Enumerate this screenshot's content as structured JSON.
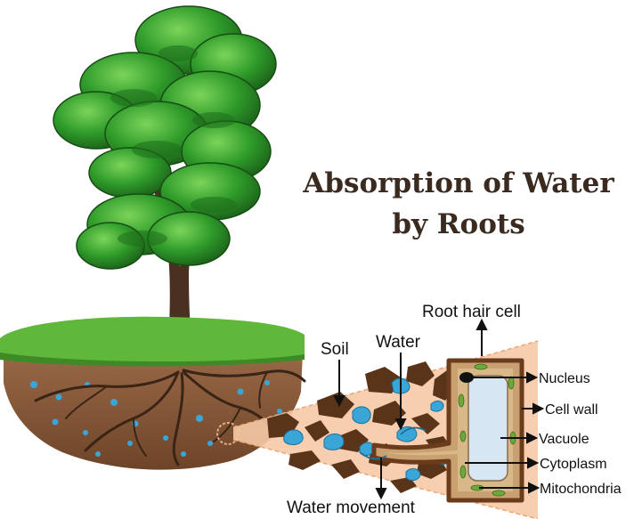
{
  "title": {
    "line1": "Absorption of Water",
    "line2": "by Roots"
  },
  "labels": {
    "root_hair_cell": "Root hair cell",
    "soil": "Soil",
    "water": "Water",
    "nucleus": "Nucleus",
    "cell_wall": "Cell wall",
    "vacuole": "Vacuole",
    "cytoplasm": "Cytoplasm",
    "mitochondria": "Mitochondria",
    "water_movement": "Water movement"
  },
  "colors": {
    "foliage": "#2f9b2a",
    "foliage_dark": "#1f6e1c",
    "grass": "#5fb83a",
    "soil": "#8a5a3a",
    "trunk": "#4a3020",
    "zoom_background": "#f6c9a6",
    "soil_particle": "#5a3418",
    "water_droplet": "#3aa6d8",
    "cell_wall": "#6a3c1c",
    "vacuole": "#d6e6f2"
  }
}
